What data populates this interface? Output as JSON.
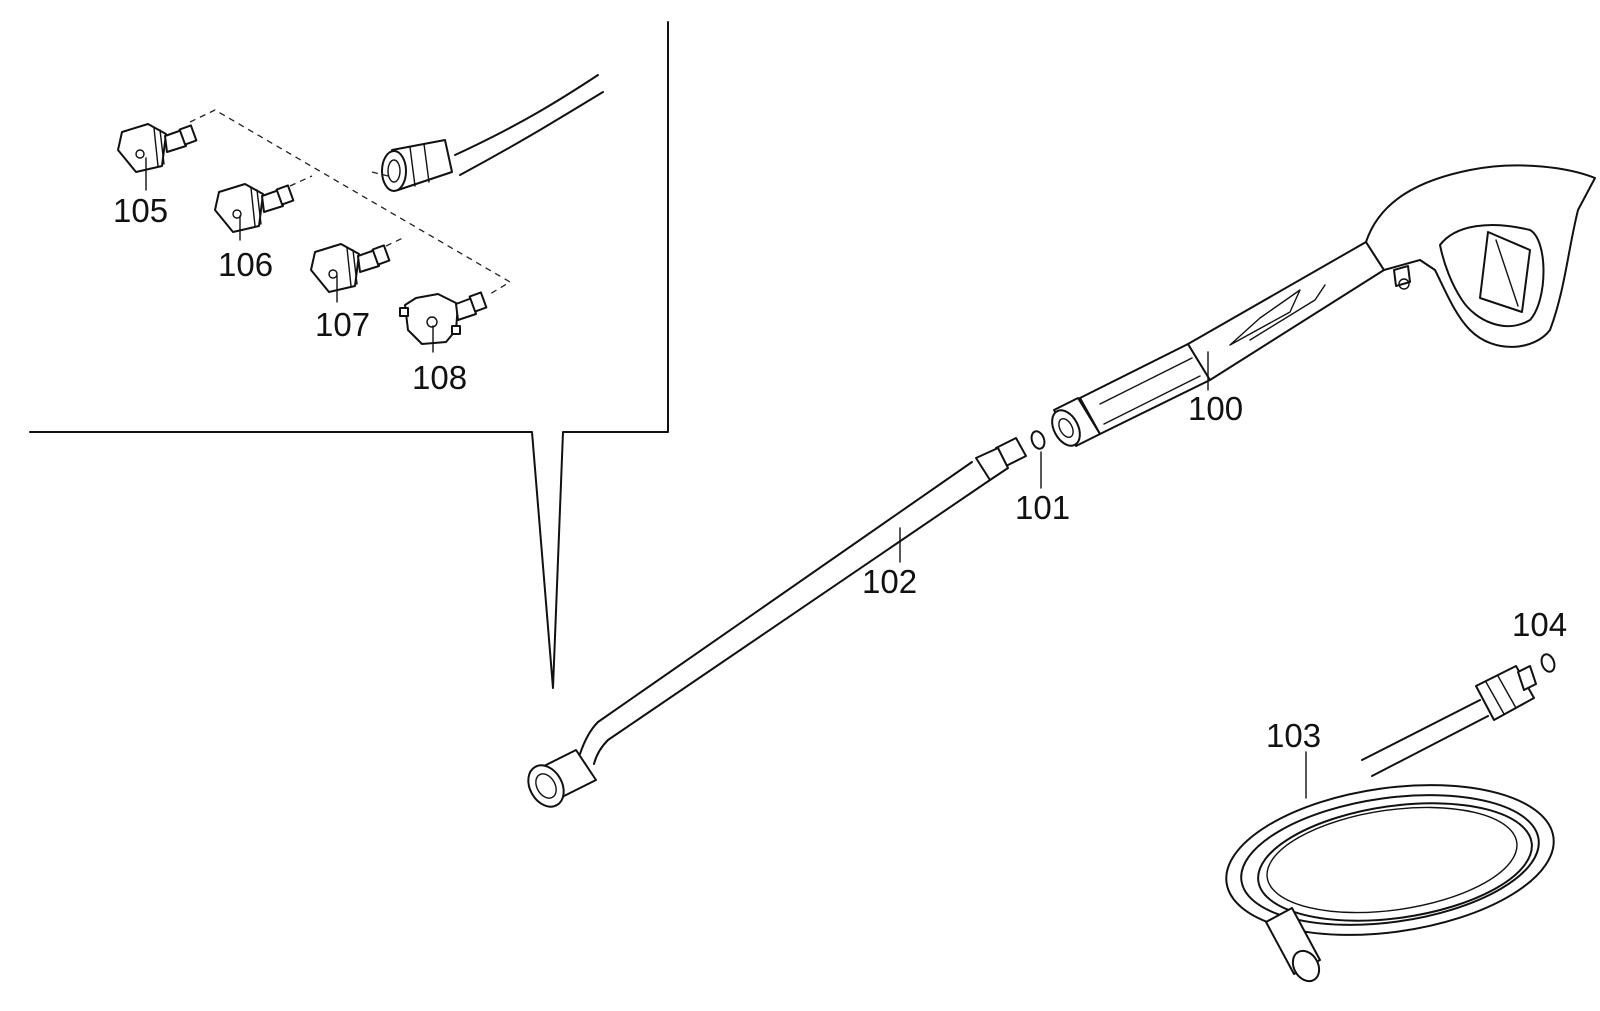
{
  "diagram": {
    "parts": [
      {
        "id": "p100",
        "number": "100"
      },
      {
        "id": "p101",
        "number": "101"
      },
      {
        "id": "p102",
        "number": "102"
      },
      {
        "id": "p103",
        "number": "103"
      },
      {
        "id": "p104",
        "number": "104"
      },
      {
        "id": "p105",
        "number": "105"
      },
      {
        "id": "p106",
        "number": "106"
      },
      {
        "id": "p107",
        "number": "107"
      },
      {
        "id": "p108",
        "number": "108"
      }
    ]
  }
}
